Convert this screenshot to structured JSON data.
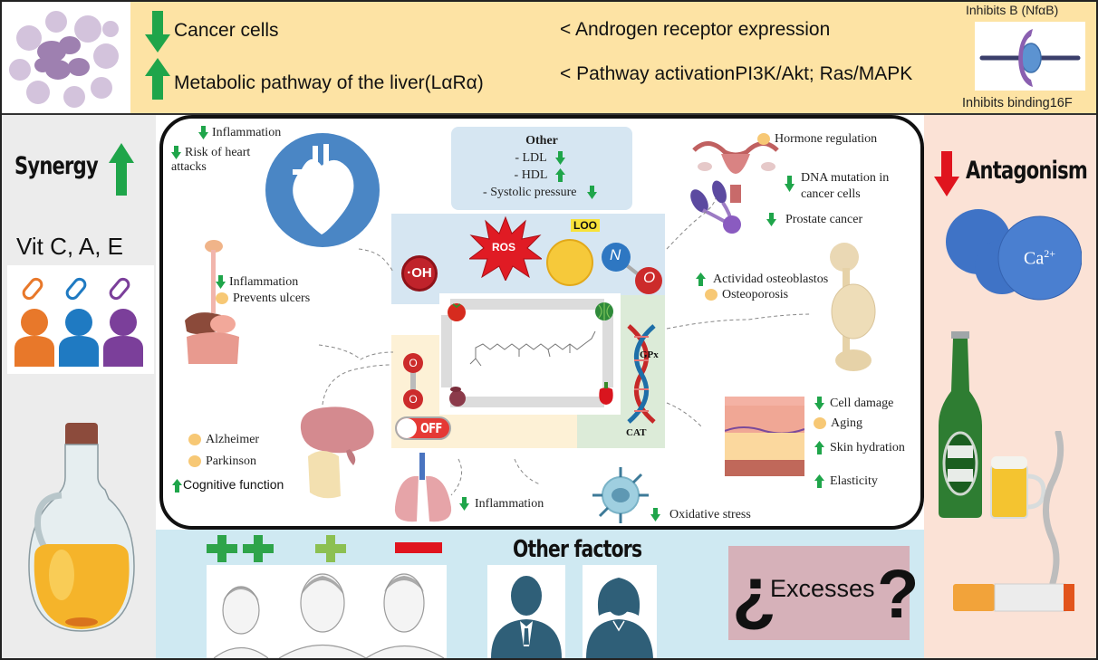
{
  "top": {
    "left_column": [
      {
        "direction": "down",
        "text": "Cancer cells"
      },
      {
        "direction": "up",
        "text": "Metabolic pathway of the liver(LαRα)"
      }
    ],
    "right_column": [
      {
        "prefix": "<",
        "text": "Androgen receptor expression"
      },
      {
        "prefix": "<",
        "text": "Pathway activationPI3K/Akt; Ras/MAPK"
      }
    ],
    "receptor_label_top": "Inhibits B (NfαB)",
    "receptor_label_bottom": "Inhibits binding16F"
  },
  "left_panel": {
    "synergy_label": "Synergy",
    "vitamins_label": "Vit C, A, E",
    "person_colors": [
      "#e8782a",
      "#1f7ac2",
      "#7b3f9a"
    ]
  },
  "right_panel": {
    "antagonism_label": "Antagonism",
    "calcium_label": "Ca",
    "calcium_charge": "2+"
  },
  "center": {
    "heart": {
      "items": [
        {
          "marker": "down",
          "text": "Inflammation"
        },
        {
          "marker": "down",
          "text": "Risk of heart attacks"
        }
      ]
    },
    "other_box": {
      "title": "Other",
      "items": [
        {
          "text": "- LDL",
          "marker": "down"
        },
        {
          "text": "- HDL",
          "marker": "up"
        },
        {
          "text": "- Systolic pressure",
          "marker": "down"
        }
      ]
    },
    "reproductive": {
      "items": [
        {
          "marker": "neutral",
          "text": "Hormone regulation"
        },
        {
          "marker": "down",
          "text": "DNA mutation in cancer cells"
        },
        {
          "marker": "down",
          "text": "Prostate cancer"
        }
      ]
    },
    "bone": {
      "items": [
        {
          "marker": "up",
          "text": "Actividad osteoblastos"
        },
        {
          "marker": "neutral",
          "text": "Osteoporosis"
        }
      ]
    },
    "digestive": {
      "items": [
        {
          "marker": "down",
          "text": "Inflammation"
        },
        {
          "marker": "neutral",
          "text": "Prevents ulcers"
        }
      ]
    },
    "brain": {
      "items": [
        {
          "marker": "neutral",
          "text": "Alzheimer"
        },
        {
          "marker": "neutral",
          "text": "Parkinson"
        },
        {
          "marker": "up",
          "text": "Cognitive function"
        }
      ]
    },
    "lungs": {
      "marker": "down",
      "text": "Inflammation"
    },
    "immune": {
      "marker": "down",
      "text": "Oxidative stress"
    },
    "skin": {
      "items": [
        {
          "marker": "down",
          "text": "Cell damage"
        },
        {
          "marker": "neutral",
          "text": "Aging"
        },
        {
          "marker": "up",
          "text": "Skin hydration"
        },
        {
          "marker": "up",
          "text": "Elasticity"
        }
      ]
    },
    "molecules": {
      "hydroxyl": "·OH",
      "ros": "ROS",
      "loo": "LOO",
      "nitrogen": "N",
      "oxygen": "O",
      "oxygen_top": "O",
      "oxygen_bottom": "O",
      "switch_label": "OFF",
      "gpx": "GPx",
      "cat": "CAT"
    }
  },
  "bottom": {
    "age_markers": [
      "++",
      "+",
      "−"
    ],
    "other_factors_label": "Other factors",
    "excesses_open": "¿",
    "excesses_label": "Excesses",
    "excesses_close": "?"
  },
  "colors": {
    "green_arrow": "#1fa54a",
    "red_arrow": "#e0141e",
    "top_band": "#fde3a4",
    "left_band": "#ececec",
    "right_band": "#fbe2d6",
    "bottom_band": "#cfe9f2",
    "neutral_dot": "#f7c875"
  }
}
